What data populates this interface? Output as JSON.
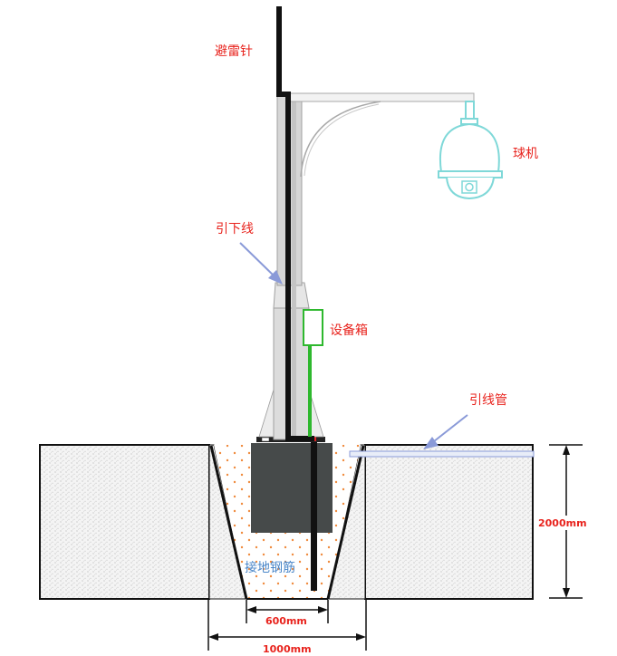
{
  "labels": {
    "lightning_rod": "避雷针",
    "dome_camera": "球机",
    "down_conductor": "引下线",
    "equipment_box": "设备箱",
    "conduit": "引线管",
    "ground_rebar": "接地钢筋"
  },
  "dimensions": {
    "depth": "2000mm",
    "bottom_width": "600mm",
    "top_width": "1000mm"
  },
  "colors": {
    "label_red": "#e8231d",
    "label_blue": "#4a86c8",
    "camera_cyan": "#7fd8d8",
    "box_green": "#2eb82e",
    "arrow_blue": "#8a9ad8",
    "concrete_dark": "#464a4a",
    "gravel_orange": "#f08a3c"
  }
}
